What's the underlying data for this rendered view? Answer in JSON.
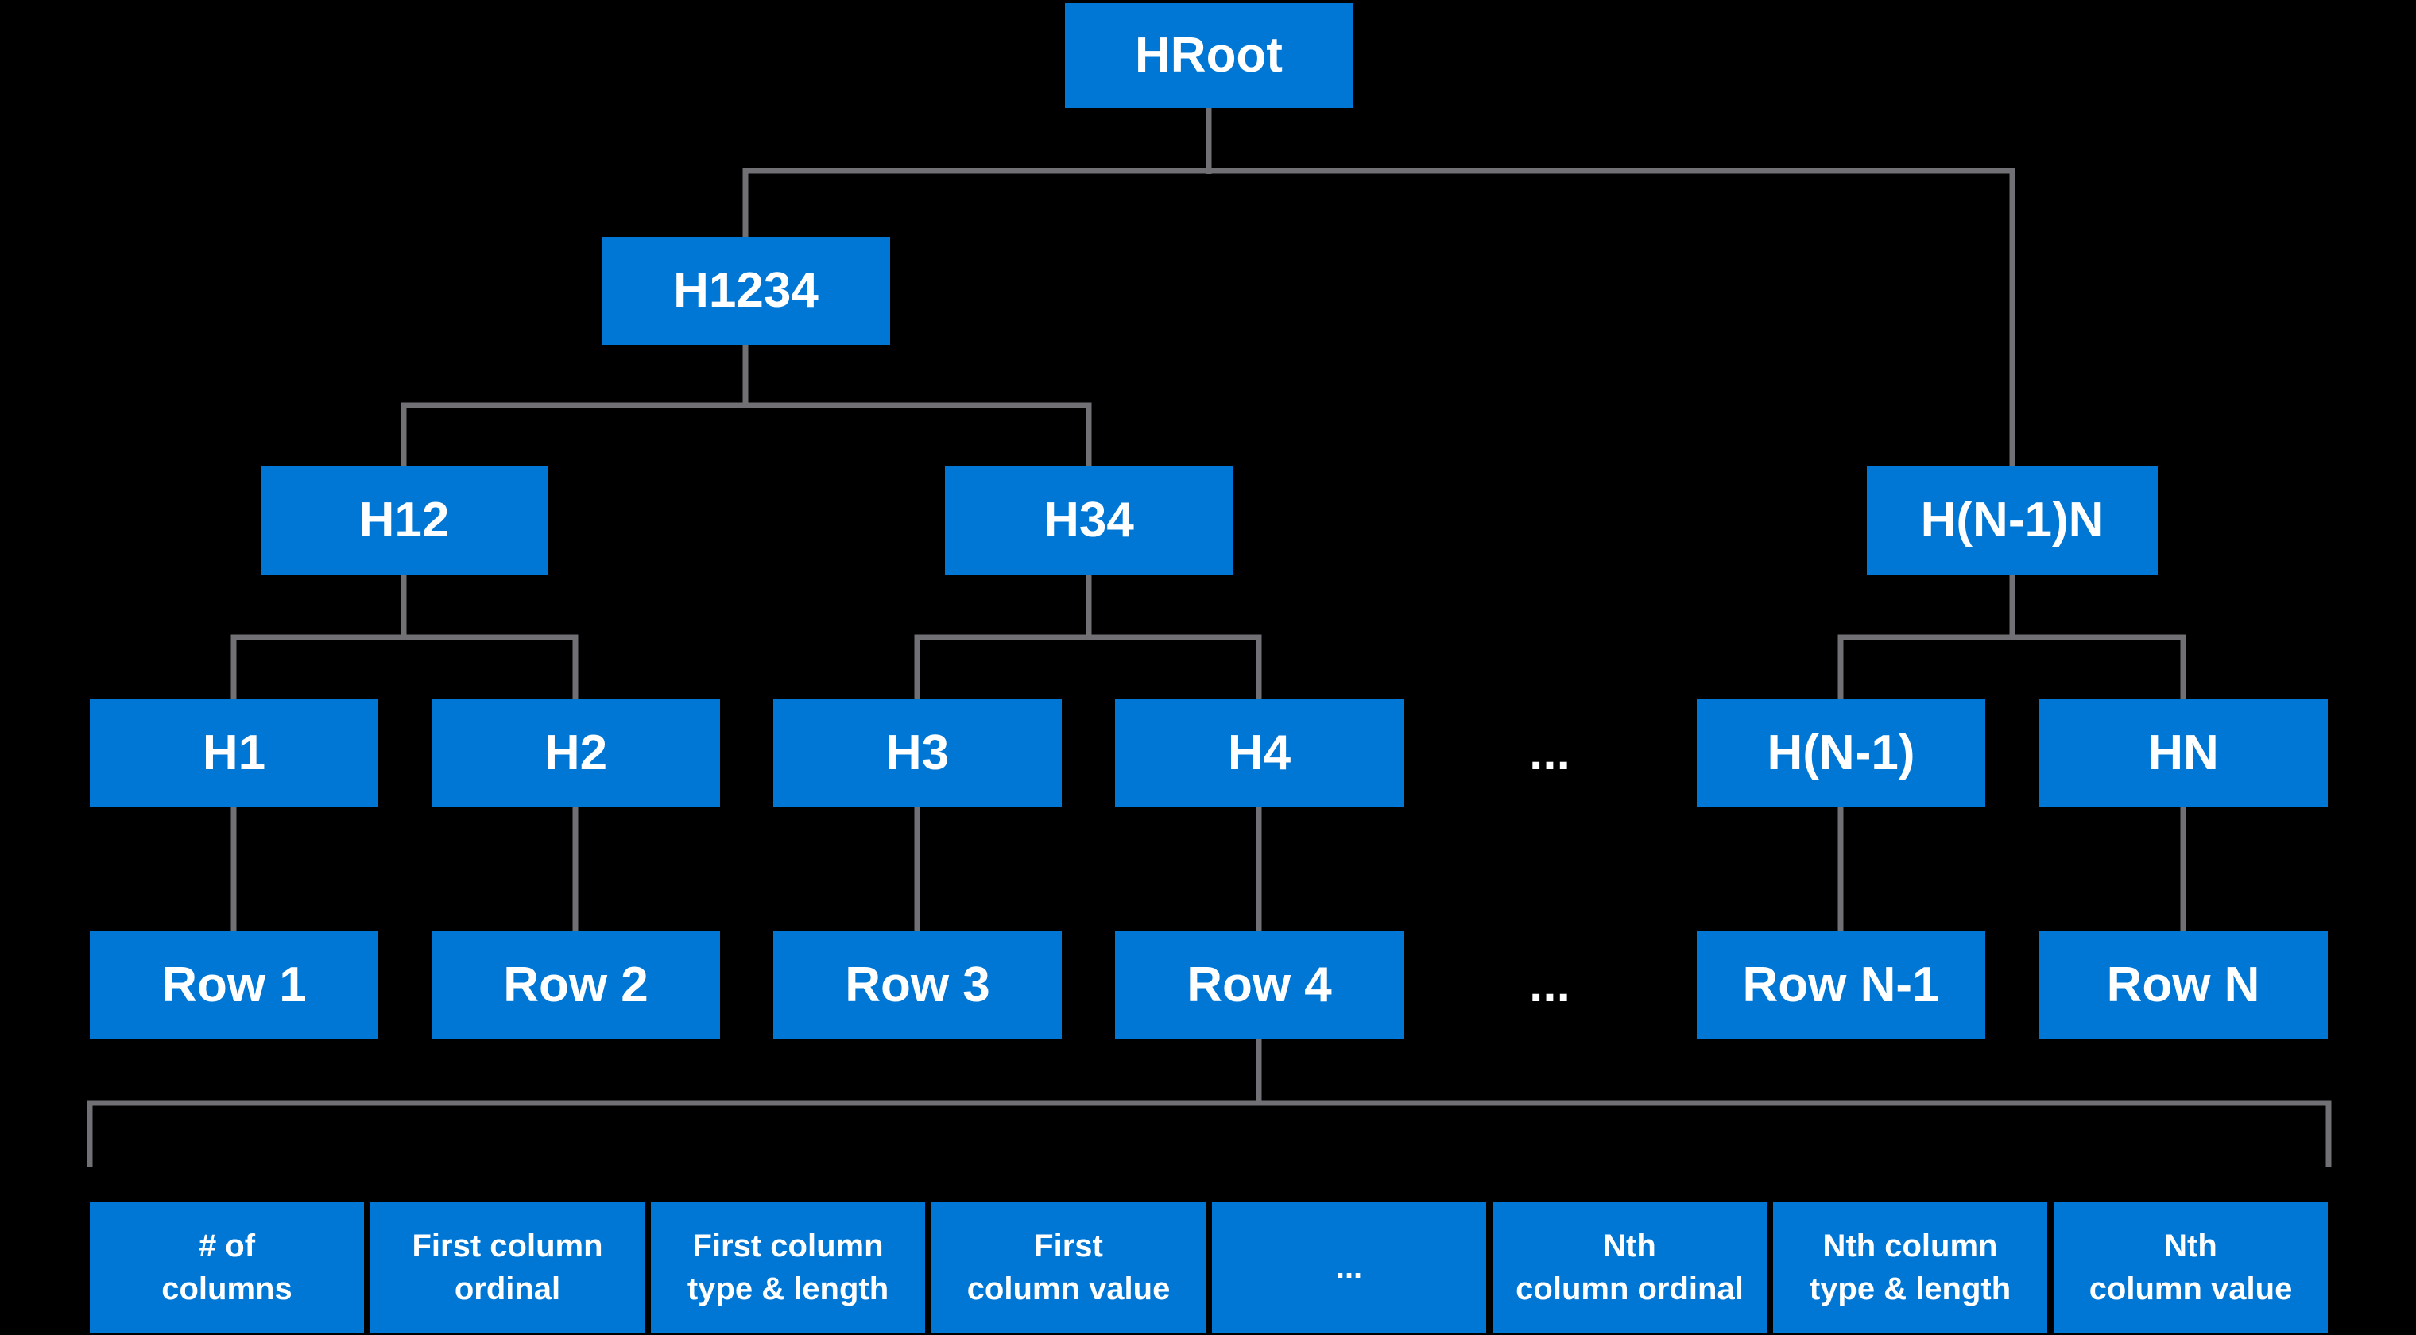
{
  "colors": {
    "background": "#000000",
    "node_blue": "#0077D4",
    "connector_gray": "#717175",
    "text_white": "#FFFFFF"
  },
  "tree": {
    "root": {
      "label": "HRoot"
    },
    "level2": [
      {
        "label": "H1234"
      }
    ],
    "level3": [
      {
        "label": "H12"
      },
      {
        "label": "H34"
      },
      {
        "label": "H(N-1)N"
      }
    ],
    "hash_leaves": [
      {
        "label": "H1"
      },
      {
        "label": "H2"
      },
      {
        "label": "H3"
      },
      {
        "label": "H4"
      },
      {
        "label": "H(N-1)"
      },
      {
        "label": "HN"
      }
    ],
    "hash_leaves_ellipsis": "...",
    "rows": [
      {
        "label": "Row 1"
      },
      {
        "label": "Row 2"
      },
      {
        "label": "Row 3"
      },
      {
        "label": "Row 4"
      },
      {
        "label": "Row N-1"
      },
      {
        "label": "Row N"
      }
    ],
    "rows_ellipsis": "..."
  },
  "record_fields": [
    {
      "line1": "# of",
      "line2": "columns"
    },
    {
      "line1": "First column",
      "line2": "ordinal"
    },
    {
      "line1": "First column",
      "line2": "type & length"
    },
    {
      "line1": "First",
      "line2": "column value"
    },
    {
      "line1": "...",
      "line2": ""
    },
    {
      "line1": "Nth",
      "line2": "column ordinal"
    },
    {
      "line1": "Nth column",
      "line2": "type & length"
    },
    {
      "line1": "Nth",
      "line2": "column value"
    }
  ]
}
